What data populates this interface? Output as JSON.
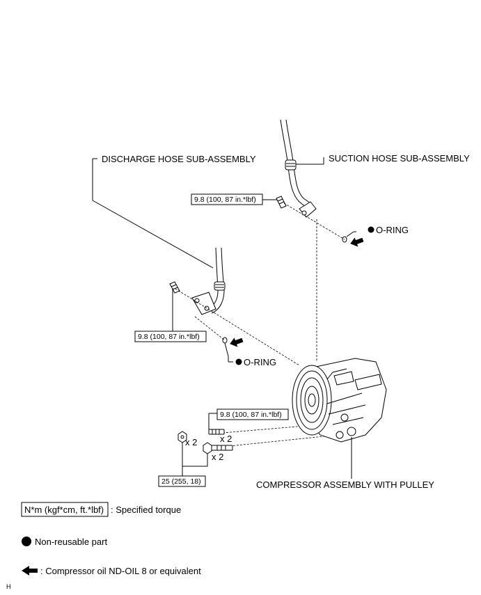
{
  "labels": {
    "discharge_hose": "DISCHARGE HOSE SUB-ASSEMBLY",
    "suction_hose": "SUCTION HOSE SUB-ASSEMBLY",
    "compressor": "COMPRESSOR ASSEMBLY WITH PULLEY",
    "o_ring_top": "O-RING",
    "o_ring_mid": "O-RING"
  },
  "torque": {
    "suction_bolt": "9.8 (100, 87 in.*lbf)",
    "discharge_bolt": "9.8 (100, 87 in.*lbf)",
    "stud_bolt": "9.8 (100, 87 in.*lbf)",
    "mount_bolt": "25 (255, 18)"
  },
  "quantities": {
    "stud_nut": "x 2",
    "stud_bolt": "x 2",
    "mount_bolt": "x 2"
  },
  "legend": {
    "torque_box": "N*m (kgf*cm, ft.*lbf)",
    "torque_desc": ": Specified torque",
    "non_reusable": "Non-reusable part",
    "oil": ": Compressor oil ND-OIL 8 or equivalent"
  },
  "corner_mark": "H"
}
